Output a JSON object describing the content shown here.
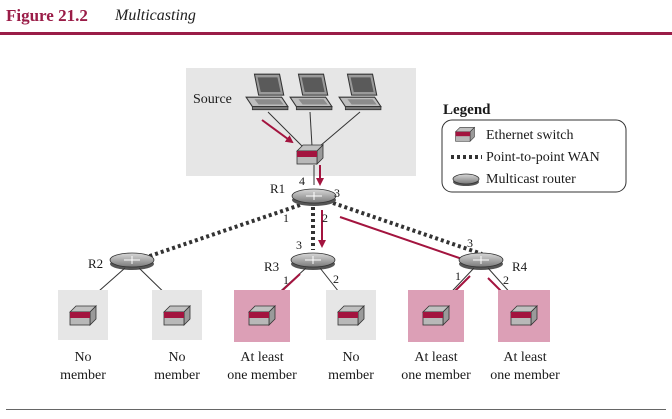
{
  "figure": {
    "number": "Figure 21.2",
    "title": "Multicasting"
  },
  "source_label": "Source",
  "legend": {
    "title": "Legend",
    "items": [
      {
        "icon": "ethernet-switch-icon",
        "label": "Ethernet switch"
      },
      {
        "icon": "wan-dotted-line-icon",
        "label": "Point-to-point WAN"
      },
      {
        "icon": "router-icon",
        "label": "Multicast router"
      }
    ]
  },
  "routers": [
    {
      "name": "R1",
      "ports": [
        "1",
        "2",
        "3",
        "4"
      ]
    },
    {
      "name": "R2",
      "ports": []
    },
    {
      "name": "R3",
      "ports": [
        "1",
        "2",
        "3"
      ]
    },
    {
      "name": "R4",
      "ports": [
        "1",
        "2",
        "3"
      ]
    }
  ],
  "networks": [
    {
      "line1": "No",
      "line2": "member",
      "member": false
    },
    {
      "line1": "No",
      "line2": "member",
      "member": false
    },
    {
      "line1": "At least",
      "line2": "one member",
      "member": true
    },
    {
      "line1": "No",
      "line2": "member",
      "member": false
    },
    {
      "line1": "At least",
      "line2": "one member",
      "member": true
    },
    {
      "line1": "At least",
      "line2": "one member",
      "member": true
    }
  ],
  "colors": {
    "accent": "#9a1c47",
    "member_bg": "#dc9fb6",
    "gray_bg": "#e6e6e6",
    "arrow": "#a3143f"
  }
}
